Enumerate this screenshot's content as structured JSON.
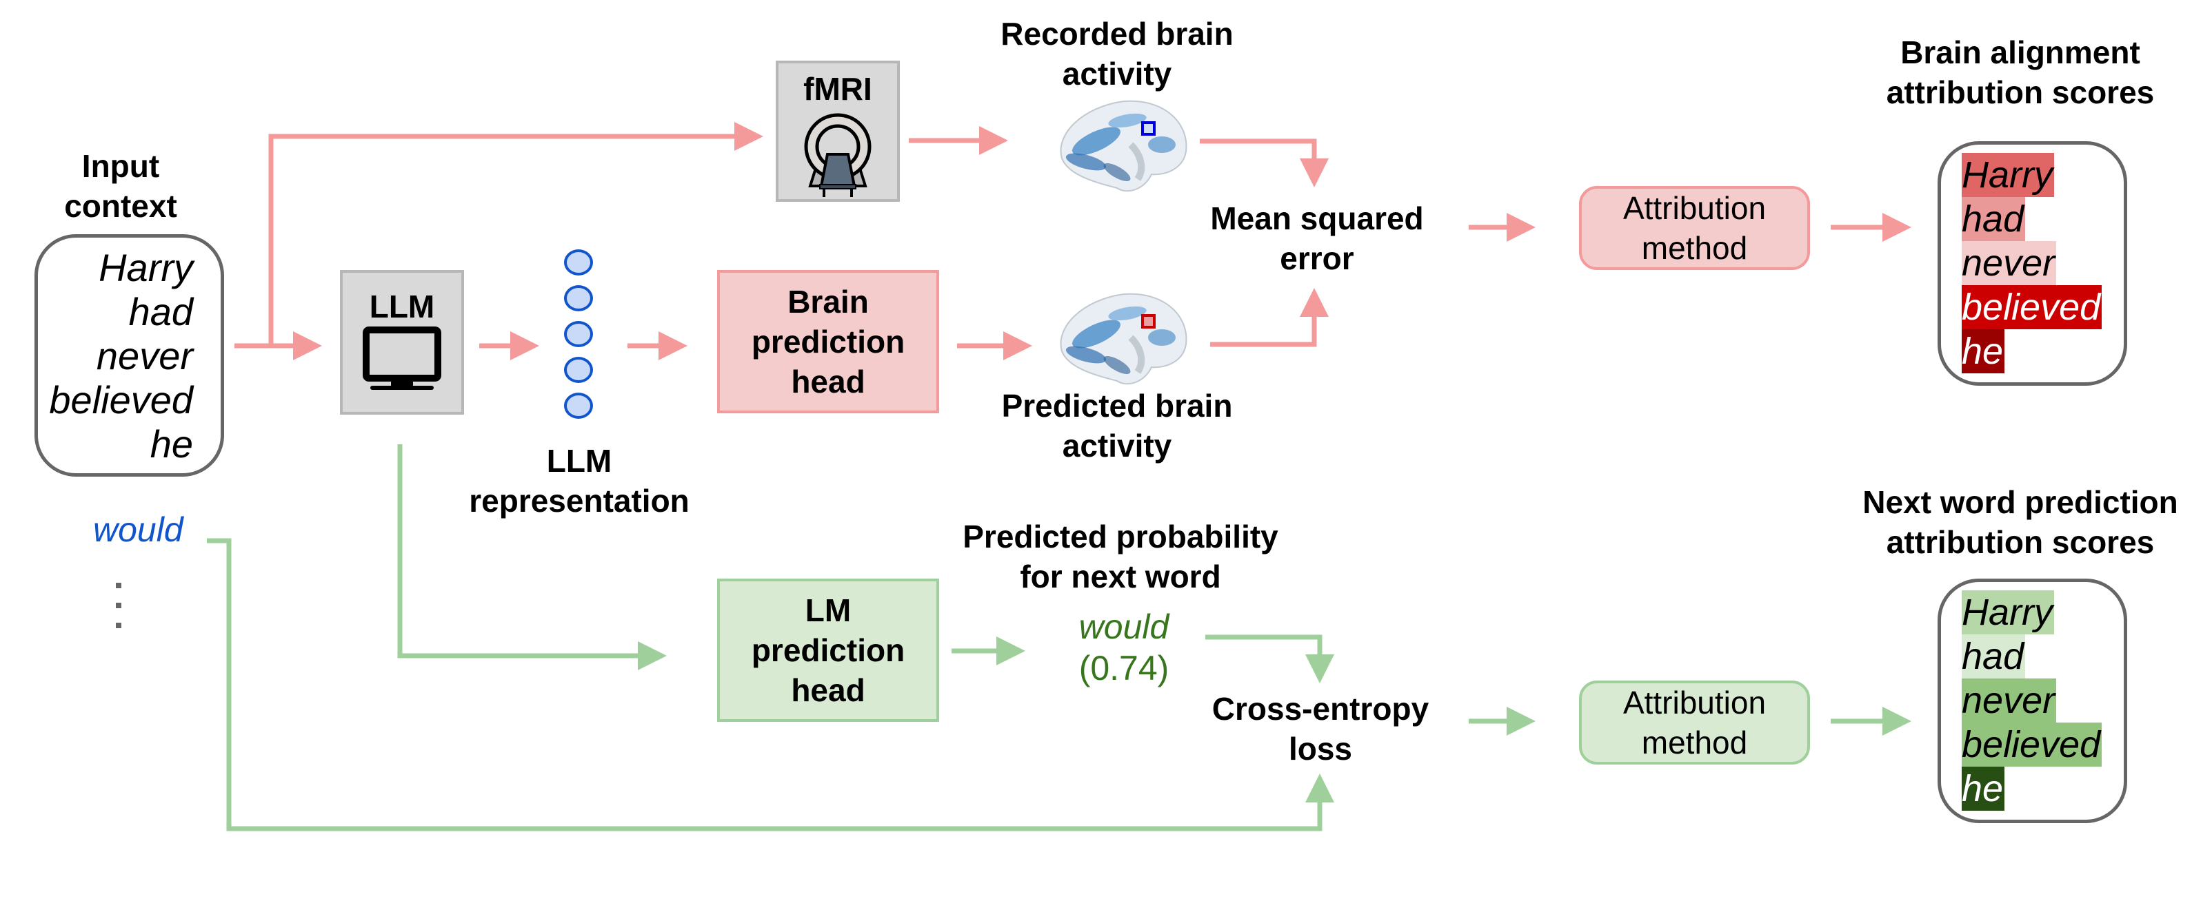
{
  "colors": {
    "brain_path": "#f49a9a",
    "lm_path": "#9fd09b",
    "pink_fill": "#f4cccc",
    "green_fill": "#d9ead3",
    "gray_fill": "#d9d9d9",
    "next_word_blue": "#1155cc",
    "predicted_word_green": "#38761d",
    "representation_blue": "#c9daf8"
  },
  "input": {
    "title": "Input context",
    "title_line1": "Input",
    "title_line2": "context",
    "words": [
      "Harry",
      "had",
      "never",
      "believed",
      "he"
    ],
    "next_word": "would",
    "ellipsis": "⋮"
  },
  "llm": {
    "label": "LLM",
    "icon": "monitor-icon"
  },
  "fmri": {
    "label": "fMRI",
    "icon": "mri-scanner-icon"
  },
  "representation": {
    "line1": "LLM",
    "line2": "representation",
    "units": 5
  },
  "brain_head": {
    "line1": "Brain",
    "line2": "prediction",
    "line3": "head"
  },
  "lm_head": {
    "line1": "LM",
    "line2": "prediction",
    "line3": "head"
  },
  "recorded": {
    "line1": "Recorded brain",
    "line2": "activity",
    "marker_color": "#0000dd"
  },
  "predicted": {
    "line1": "Predicted brain",
    "line2": "activity",
    "marker_color": "#cc0000"
  },
  "mse": {
    "line1": "Mean squared",
    "line2": "error"
  },
  "ce": {
    "line1": "Cross-entropy",
    "line2": "loss"
  },
  "predicted_prob": {
    "line1": "Predicted probability",
    "line2": "for next word",
    "word": "would",
    "value": "(0.74)"
  },
  "attribution_top": {
    "line1": "Attribution",
    "line2": "method"
  },
  "attribution_bottom": {
    "line1": "Attribution",
    "line2": "method"
  },
  "brain_scores": {
    "title_line1": "Brain alignment",
    "title_line2": "attribution scores",
    "words": [
      {
        "text": "Harry",
        "bg": "#e06666",
        "fg": "#000000"
      },
      {
        "text": "had",
        "bg": "#ea9999",
        "fg": "#000000"
      },
      {
        "text": "never",
        "bg": "#f4cccc",
        "fg": "#000000"
      },
      {
        "text": "believed",
        "bg": "#cc0000",
        "fg": "#ffffff"
      },
      {
        "text": "he",
        "bg": "#990000",
        "fg": "#ffffff"
      }
    ]
  },
  "lm_scores": {
    "title_line1": "Next word prediction",
    "title_line2": "attribution scores",
    "words": [
      {
        "text": "Harry",
        "bg": "#b6d7a8",
        "fg": "#000000"
      },
      {
        "text": "had",
        "bg": "#d9ead3",
        "fg": "#000000"
      },
      {
        "text": "never",
        "bg": "#93c47d",
        "fg": "#000000"
      },
      {
        "text": "believed",
        "bg": "#93c47d",
        "fg": "#000000"
      },
      {
        "text": "he",
        "bg": "#274e13",
        "fg": "#ffffff"
      }
    ]
  }
}
